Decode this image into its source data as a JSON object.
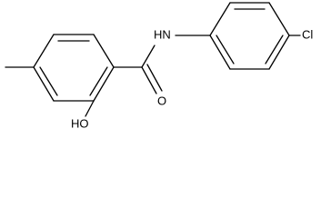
{
  "molecule": {
    "atoms": {
      "amide_nh": "HN",
      "chloro": "Cl",
      "hydroxy": "HO",
      "carbonyl_o": "O"
    }
  },
  "colors": {
    "bond": "#000000",
    "label": "#000000",
    "background": "#ffffff"
  }
}
